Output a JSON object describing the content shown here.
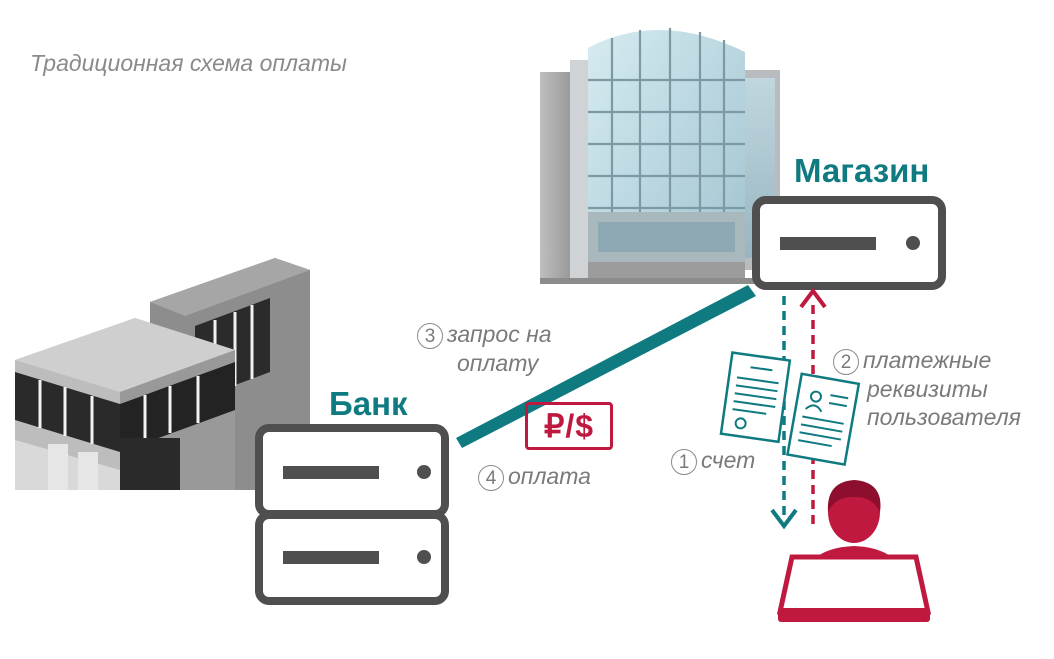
{
  "title": "Традиционная схема оплаты",
  "nodes": {
    "shop": {
      "label": "Магазин"
    },
    "bank": {
      "label": "Банк"
    }
  },
  "steps": [
    {
      "num": "3",
      "line1": "запрос на",
      "line2": "оплату"
    },
    {
      "num": "4",
      "text": "оплата"
    },
    {
      "num": "1",
      "text": "счет"
    },
    {
      "num": "2",
      "line1": "платежные",
      "line2": "реквизиты",
      "line3": "пользователя"
    }
  ],
  "currency_badge": "₽/$",
  "colors": {
    "teal": "#0f7b80",
    "crimson": "#c0193f",
    "server_border": "#4f4f4f",
    "gray_text": "#8a8a8a"
  },
  "icons": [
    "office-building-icon",
    "bank-building-icon",
    "server-icon",
    "invoice-document-icon",
    "user-details-document-icon",
    "user-laptop-icon"
  ]
}
